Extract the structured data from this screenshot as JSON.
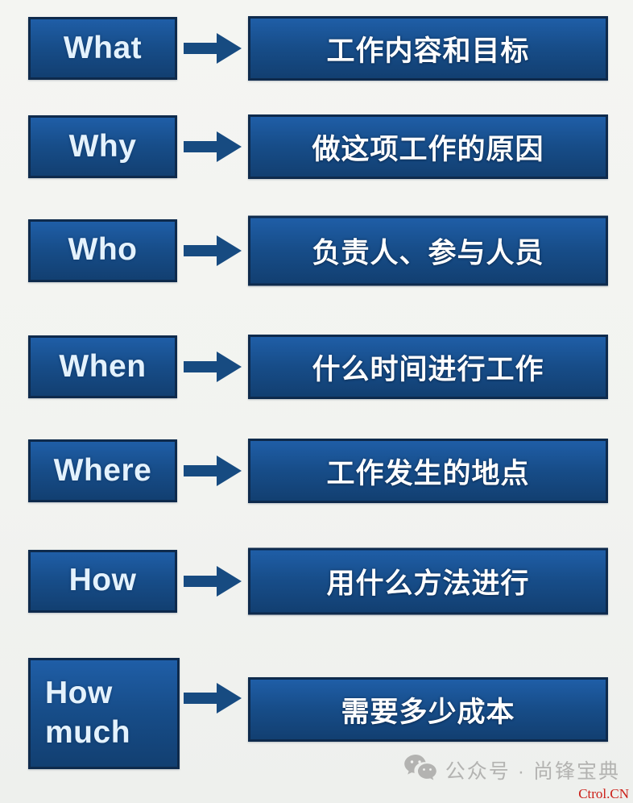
{
  "page": {
    "background": "#f3f4f1",
    "box_fill": "#174d89",
    "box_border": "#0e2a4c",
    "keyword_text_color": "#e4f2fd",
    "desc_text_color": "#ffffff",
    "arrow_color": "#174b81"
  },
  "rows": [
    {
      "en": "What",
      "zh": "工作内容和目标"
    },
    {
      "en": "Why",
      "zh": "做这项工作的原因"
    },
    {
      "en": "Who",
      "zh": "负责人、参与人员"
    },
    {
      "en": "When",
      "zh": "什么时间进行工作"
    },
    {
      "en": "Where",
      "zh": "工作发生的地点"
    },
    {
      "en": "How",
      "zh": "用什么方法进行"
    },
    {
      "en": "How much",
      "zh": "需要多少成本"
    }
  ],
  "footer": {
    "wechat_label": "公众号 · 尚锋宝典",
    "watermark": "Ctrol.CN",
    "icon": "wechat-icon",
    "gray": "#b3b3b1",
    "red": "#cb1e17"
  }
}
